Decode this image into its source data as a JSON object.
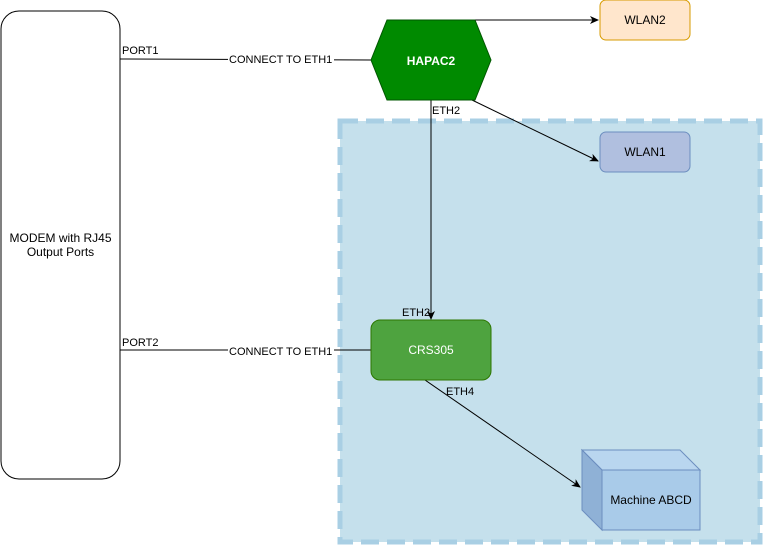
{
  "nodes": {
    "modem": "MODEM with RJ45 Output Ports",
    "hapac2": "HAPAC2",
    "wlan2": "WLAN2",
    "wlan1": "WLAN1",
    "crs305": "CRS305",
    "machine": "Machine ABCD"
  },
  "edges": {
    "port1": "PORT1",
    "port1_connect": "CONNECT TO ETH1",
    "port2": "PORT2",
    "port2_connect": "CONNECT TO ETH1",
    "hap_eth2": "ETH2",
    "crs_eth2": "ETH2",
    "crs_eth4": "ETH4"
  },
  "colors": {
    "zone_fill": "#c5e0ec",
    "zone_border": "#a9cfe4",
    "hapac2_fill": "#008a00",
    "crs305_fill": "#4ea33f",
    "wlan2_fill": "#ffe6cc",
    "wlan2_border": "#d79b00",
    "wlan1_fill": "#b0bfdf",
    "wlan1_border": "#6c8ebf",
    "machine_fill": "#a9cbe9"
  }
}
